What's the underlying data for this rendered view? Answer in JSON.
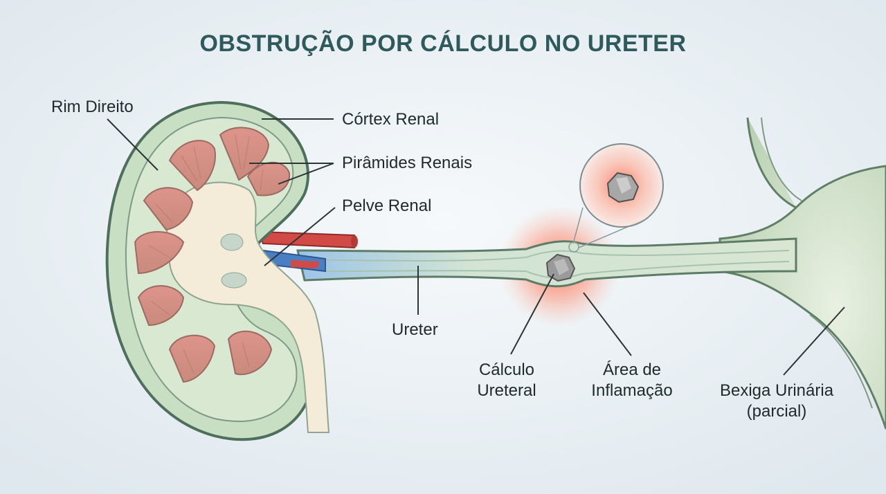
{
  "title": "OBSTRUÇÃO POR CÁLCULO NO URETER",
  "labels": {
    "kidney": "Rim Direito",
    "cortex": "Córtex Renal",
    "pyramids": "Pirâmides Renais",
    "pelvis": "Pelve Renal",
    "ureter": "Ureter",
    "stone": [
      "Cálculo",
      "Ureteral"
    ],
    "inflammation": [
      "Área de",
      "Inflamação"
    ],
    "bladder": [
      "Bexiga Urinária",
      "(parcial)"
    ]
  },
  "colors": {
    "title": "#2f5a5c",
    "label_text": "#1f2a2a",
    "leader_line": "#2b3535",
    "background": "#eef3f6",
    "kidney_outer": "#c9dfc4",
    "kidney_outline": "#4f6f5d",
    "pelvis": "#f4ecd8",
    "pyramid": "#d98f87",
    "ureter": "#d8e6d2",
    "vein": "#4a7fc4",
    "artery": "#d24a46",
    "inflammation": "#ff6a4a",
    "stone": "#9a9a9a"
  }
}
